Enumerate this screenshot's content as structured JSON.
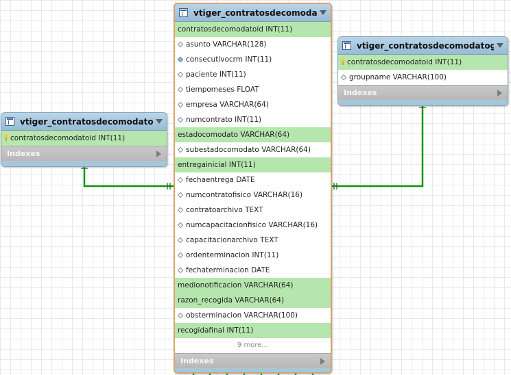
{
  "tables": {
    "main": {
      "name": "vtiger_contratosdecomodato",
      "columns": [
        {
          "label": "contratosdecomodatoid INT(11)",
          "style": "pk"
        },
        {
          "label": "asunto VARCHAR(128)",
          "style": "hollow"
        },
        {
          "label": "consecutivocrm INT(11)",
          "style": "filled"
        },
        {
          "label": "paciente INT(11)",
          "style": "hollow"
        },
        {
          "label": "tiempomeses FLOAT",
          "style": "hollow"
        },
        {
          "label": "empresa VARCHAR(64)",
          "style": "hollow"
        },
        {
          "label": "numcontrato INT(11)",
          "style": "hollow"
        },
        {
          "label": "estadocomodato VARCHAR(64)",
          "style": "fk"
        },
        {
          "label": "subestadocomodato VARCHAR(64)",
          "style": "hollow"
        },
        {
          "label": "entregainicial INT(11)",
          "style": "fk"
        },
        {
          "label": "fechaentrega DATE",
          "style": "hollow"
        },
        {
          "label": "numcontratofisico VARCHAR(16)",
          "style": "hollow"
        },
        {
          "label": "contratoarchivo TEXT",
          "style": "hollow"
        },
        {
          "label": "numcapacitacionfisico VARCHAR(16)",
          "style": "hollow"
        },
        {
          "label": "capacitacionarchivo TEXT",
          "style": "hollow"
        },
        {
          "label": "ordenterminacion INT(11)",
          "style": "hollow"
        },
        {
          "label": "fechaterminacion DATE",
          "style": "hollow"
        },
        {
          "label": "medionotificacion VARCHAR(64)",
          "style": "fk"
        },
        {
          "label": "razon_recogida VARCHAR(64)",
          "style": "fk"
        },
        {
          "label": "obsterminacion VARCHAR(100)",
          "style": "hollow"
        },
        {
          "label": "recogidafinal INT(11)",
          "style": "fk"
        }
      ],
      "more": "9 more...",
      "indexes": "Indexes"
    },
    "cf": {
      "name": "vtiger_contratosdecomodatocf",
      "columns": [
        {
          "label": "contratosdecomodatoid INT(11)",
          "style": "pkkey"
        }
      ],
      "indexes": "Indexes"
    },
    "grouprel": {
      "name": "vtiger_contratosdecomodatog...",
      "columns": [
        {
          "label": "contratosdecomodatoid INT(11)",
          "style": "pkkey"
        },
        {
          "label": "groupname VARCHAR(100)",
          "style": "hollow"
        }
      ],
      "indexes": "Indexes"
    }
  },
  "colors": {
    "relationship": "#109410",
    "highlight_row": "#b5e6ad",
    "header": "#a9c9df",
    "selected_border": "#d9a36b"
  }
}
